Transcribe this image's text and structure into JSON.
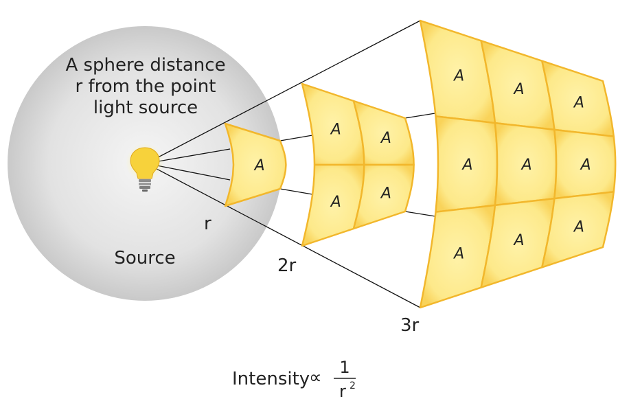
{
  "sphere": {
    "caption_lines": [
      "A sphere distance",
      "r from the point",
      "light source"
    ],
    "source_label": "Source",
    "radius_label": "r"
  },
  "surfaces": [
    {
      "distance_label": "r",
      "grid": [
        1,
        1
      ],
      "cell_label": "A"
    },
    {
      "distance_label": "2r",
      "grid": [
        2,
        2
      ],
      "cell_label": "A"
    },
    {
      "distance_label": "3r",
      "grid": [
        3,
        3
      ],
      "cell_label": "A"
    }
  ],
  "labels": {
    "two_r": "2r",
    "three_r": "3r"
  },
  "formula": {
    "lhs": "Intensity",
    "symbol": "∝",
    "numerator": "1",
    "denominator": "r",
    "exponent": "2"
  },
  "colors": {
    "patch_fill": "#fde98a",
    "patch_edge": "#f2b72c",
    "sphere": "#d4d4d4",
    "bulb": "#f7d23b"
  }
}
